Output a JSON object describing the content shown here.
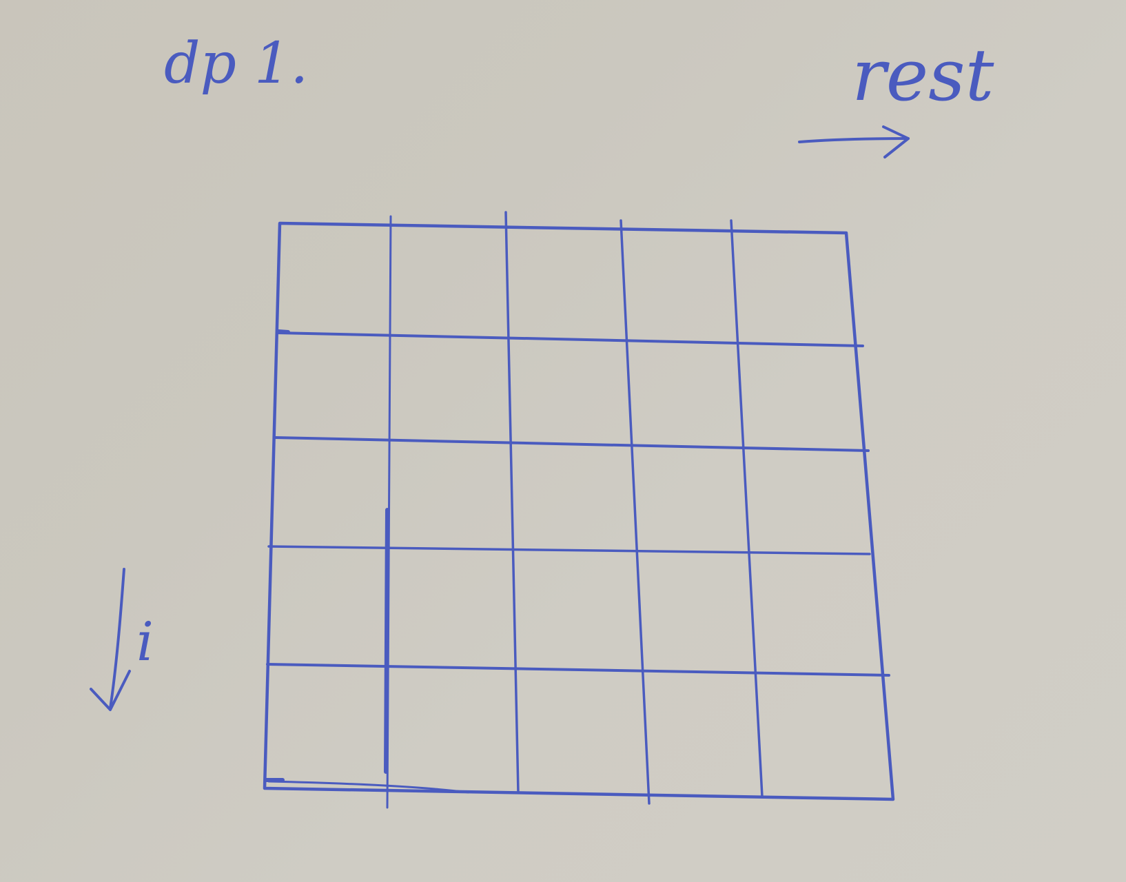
{
  "labels": {
    "title": "dp 1.",
    "column_direction": "rest",
    "row_direction": "i"
  },
  "grid": {
    "rows": 5,
    "columns": 5
  },
  "colors": {
    "paper": "#cbc8bf",
    "ink": "#4a5bbf"
  }
}
